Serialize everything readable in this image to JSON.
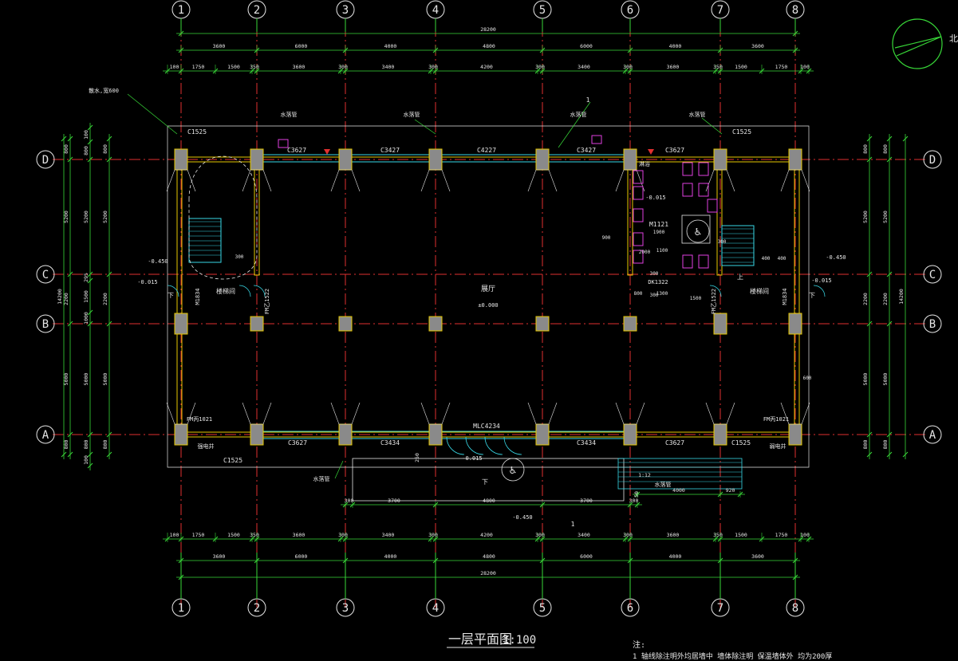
{
  "drawing": {
    "title": "一层平面图",
    "scale": "1:100",
    "note_heading": "注:",
    "note_line": "1  轴线除注明外均居墙中  墙体除注明  保温墙体外 均为200厚",
    "north_label": "北"
  },
  "axes": {
    "columns": [
      "1",
      "2",
      "3",
      "4",
      "5",
      "6",
      "7",
      "8"
    ],
    "rows": [
      "D",
      "C",
      "B",
      "A"
    ]
  },
  "dims": {
    "overall": "28200",
    "bays": [
      "3600",
      "6000",
      "4000",
      "4800",
      "6000",
      "4000",
      "3600"
    ],
    "top_detail": [
      "100",
      "1750",
      "1500",
      "350",
      "3600",
      "300",
      "3400",
      "300",
      "4200",
      "300",
      "3400",
      "300",
      "3600",
      "350",
      "1500",
      "1750",
      "100"
    ],
    "bottom_detail": [
      "100",
      "1750",
      "1500",
      "350",
      "3600",
      "300",
      "3400",
      "300",
      "4200",
      "300",
      "3400",
      "300",
      "3600",
      "350",
      "1500",
      "1750",
      "100"
    ],
    "left_outer": [
      "800",
      "5200",
      "2200",
      "5000",
      "800"
    ],
    "left_total": "14200",
    "left_inner": [
      "100",
      "800",
      "5200",
      "295",
      "1500",
      "1000",
      "5000",
      "800",
      "100"
    ],
    "right_outer": [
      "800",
      "5200",
      "2200",
      "5000",
      "800"
    ],
    "right_total": "14200",
    "entrance": [
      "300",
      "3700",
      "4800",
      "3700",
      "300"
    ],
    "ramp": [
      "4000",
      "920"
    ],
    "entrance_marks": [
      "250",
      "1:12",
      "50"
    ]
  },
  "rooms": {
    "hall": "展厅",
    "hall_level": "±0.000",
    "stair_left": "楼梯间",
    "stair_right": "楼梯间",
    "shower": "淋浴",
    "well_left": "强电井",
    "well_right": "弱电井"
  },
  "labels": {
    "windows_top": [
      "C1525",
      "C3627",
      "C3427",
      "C4227",
      "C3427",
      "C3627",
      "C1525"
    ],
    "windows_bottom": [
      "C1525",
      "C3627",
      "C3434",
      "C3434",
      "C3627",
      "C1525"
    ],
    "storefront": "MLC4234",
    "downpipe": "水落管",
    "gutter_note": "散水,宽600",
    "door_fm1": "FM丙1021",
    "door_fm2": "FM丙1021",
    "door_m1834_l": "M1834",
    "door_m1834_r": "M1834",
    "door_fm_l": "FM乙1522",
    "door_fm_r": "FM乙1522",
    "door_m1121": "M1121",
    "dk": "DK1322",
    "lv_left": "-0.450",
    "lv_right": "-0.450",
    "lv_stair_l": "-0.015",
    "lv_stair_r": "-0.015",
    "lv_wc": "-0.015",
    "lv_ent": "-0.015",
    "lv_bottom": "-0.450",
    "section_mark": "1",
    "up": "上",
    "down": "下",
    "misc": [
      "1100",
      "900",
      "2000",
      "800",
      "1300",
      "400",
      "400",
      "600",
      "300",
      "300",
      "300",
      "300",
      "1500",
      "1900"
    ]
  }
}
